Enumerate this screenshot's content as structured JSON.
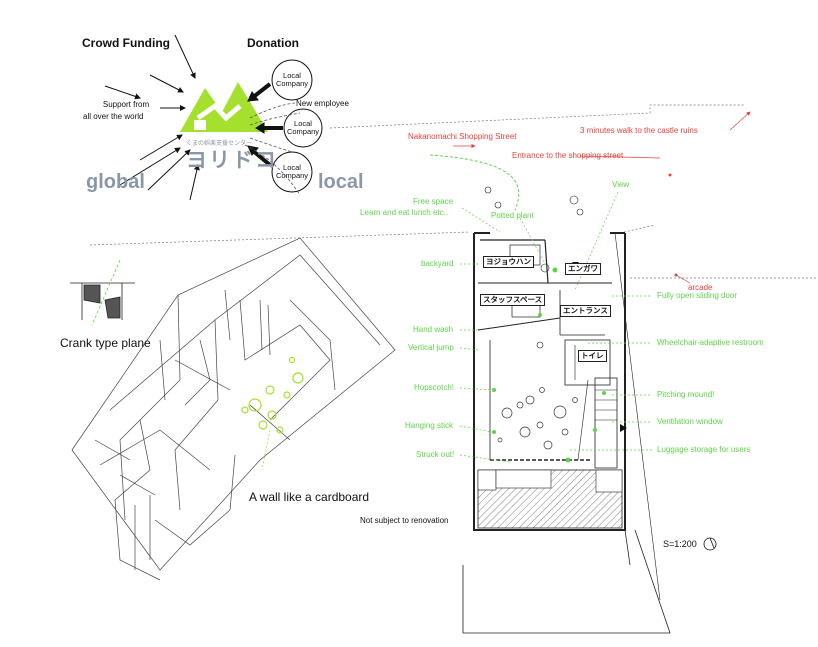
{
  "top_left": {
    "crowd_funding": "Crowd Funding",
    "donation": "Donation",
    "support": [
      "Support from",
      "all over the world"
    ],
    "new_employee": "New employee",
    "local_company": [
      "Local",
      "Company"
    ],
    "logo_small_text": "くまの娯楽支援センター",
    "logo_text": "ヨリドコ",
    "global": "global",
    "local": "local"
  },
  "axon": {
    "crank_label": "Crank type plane",
    "wall_label": "A wall like a cardboard"
  },
  "plan": {
    "street": "Nakanomachi Shopping Street",
    "castle": "3 minutes walk to the castle ruins",
    "entrance": "Entrance to the shopping street",
    "arcade": "arcade",
    "view": "View",
    "free_space": [
      "Free space",
      "Learn and eat lunch etc.."
    ],
    "potted_plant": "Potted plant",
    "backyard": "backyard",
    "sliding_door": "Fully open sliding door",
    "hand_wash": "Hand wash",
    "vertical_jump": "Vertical jump",
    "restroom": "Wheelchair-adaptive restroom",
    "hopscotch": "Hopscotch!",
    "pitching": "Pitching mound!",
    "ventilation": "Ventilation window",
    "hanging_stick": "Hanging stick",
    "luggage": "Luggage storage for users",
    "struck_out": "Struck out!",
    "not_subject": "Not subject to renovation",
    "scale": "S=1:200",
    "rooms": {
      "yojohan": "ヨジョウハン",
      "engawa": "エンガワ",
      "staff": "スタッフスペース",
      "entrance": "エントランス",
      "toilet": "トイレ"
    }
  },
  "colors": {
    "logo_green": "#a5e02e",
    "logo_gray": "#8a97a6",
    "annotation_green": "#5fd34a",
    "annotation_red": "#e8423f"
  }
}
